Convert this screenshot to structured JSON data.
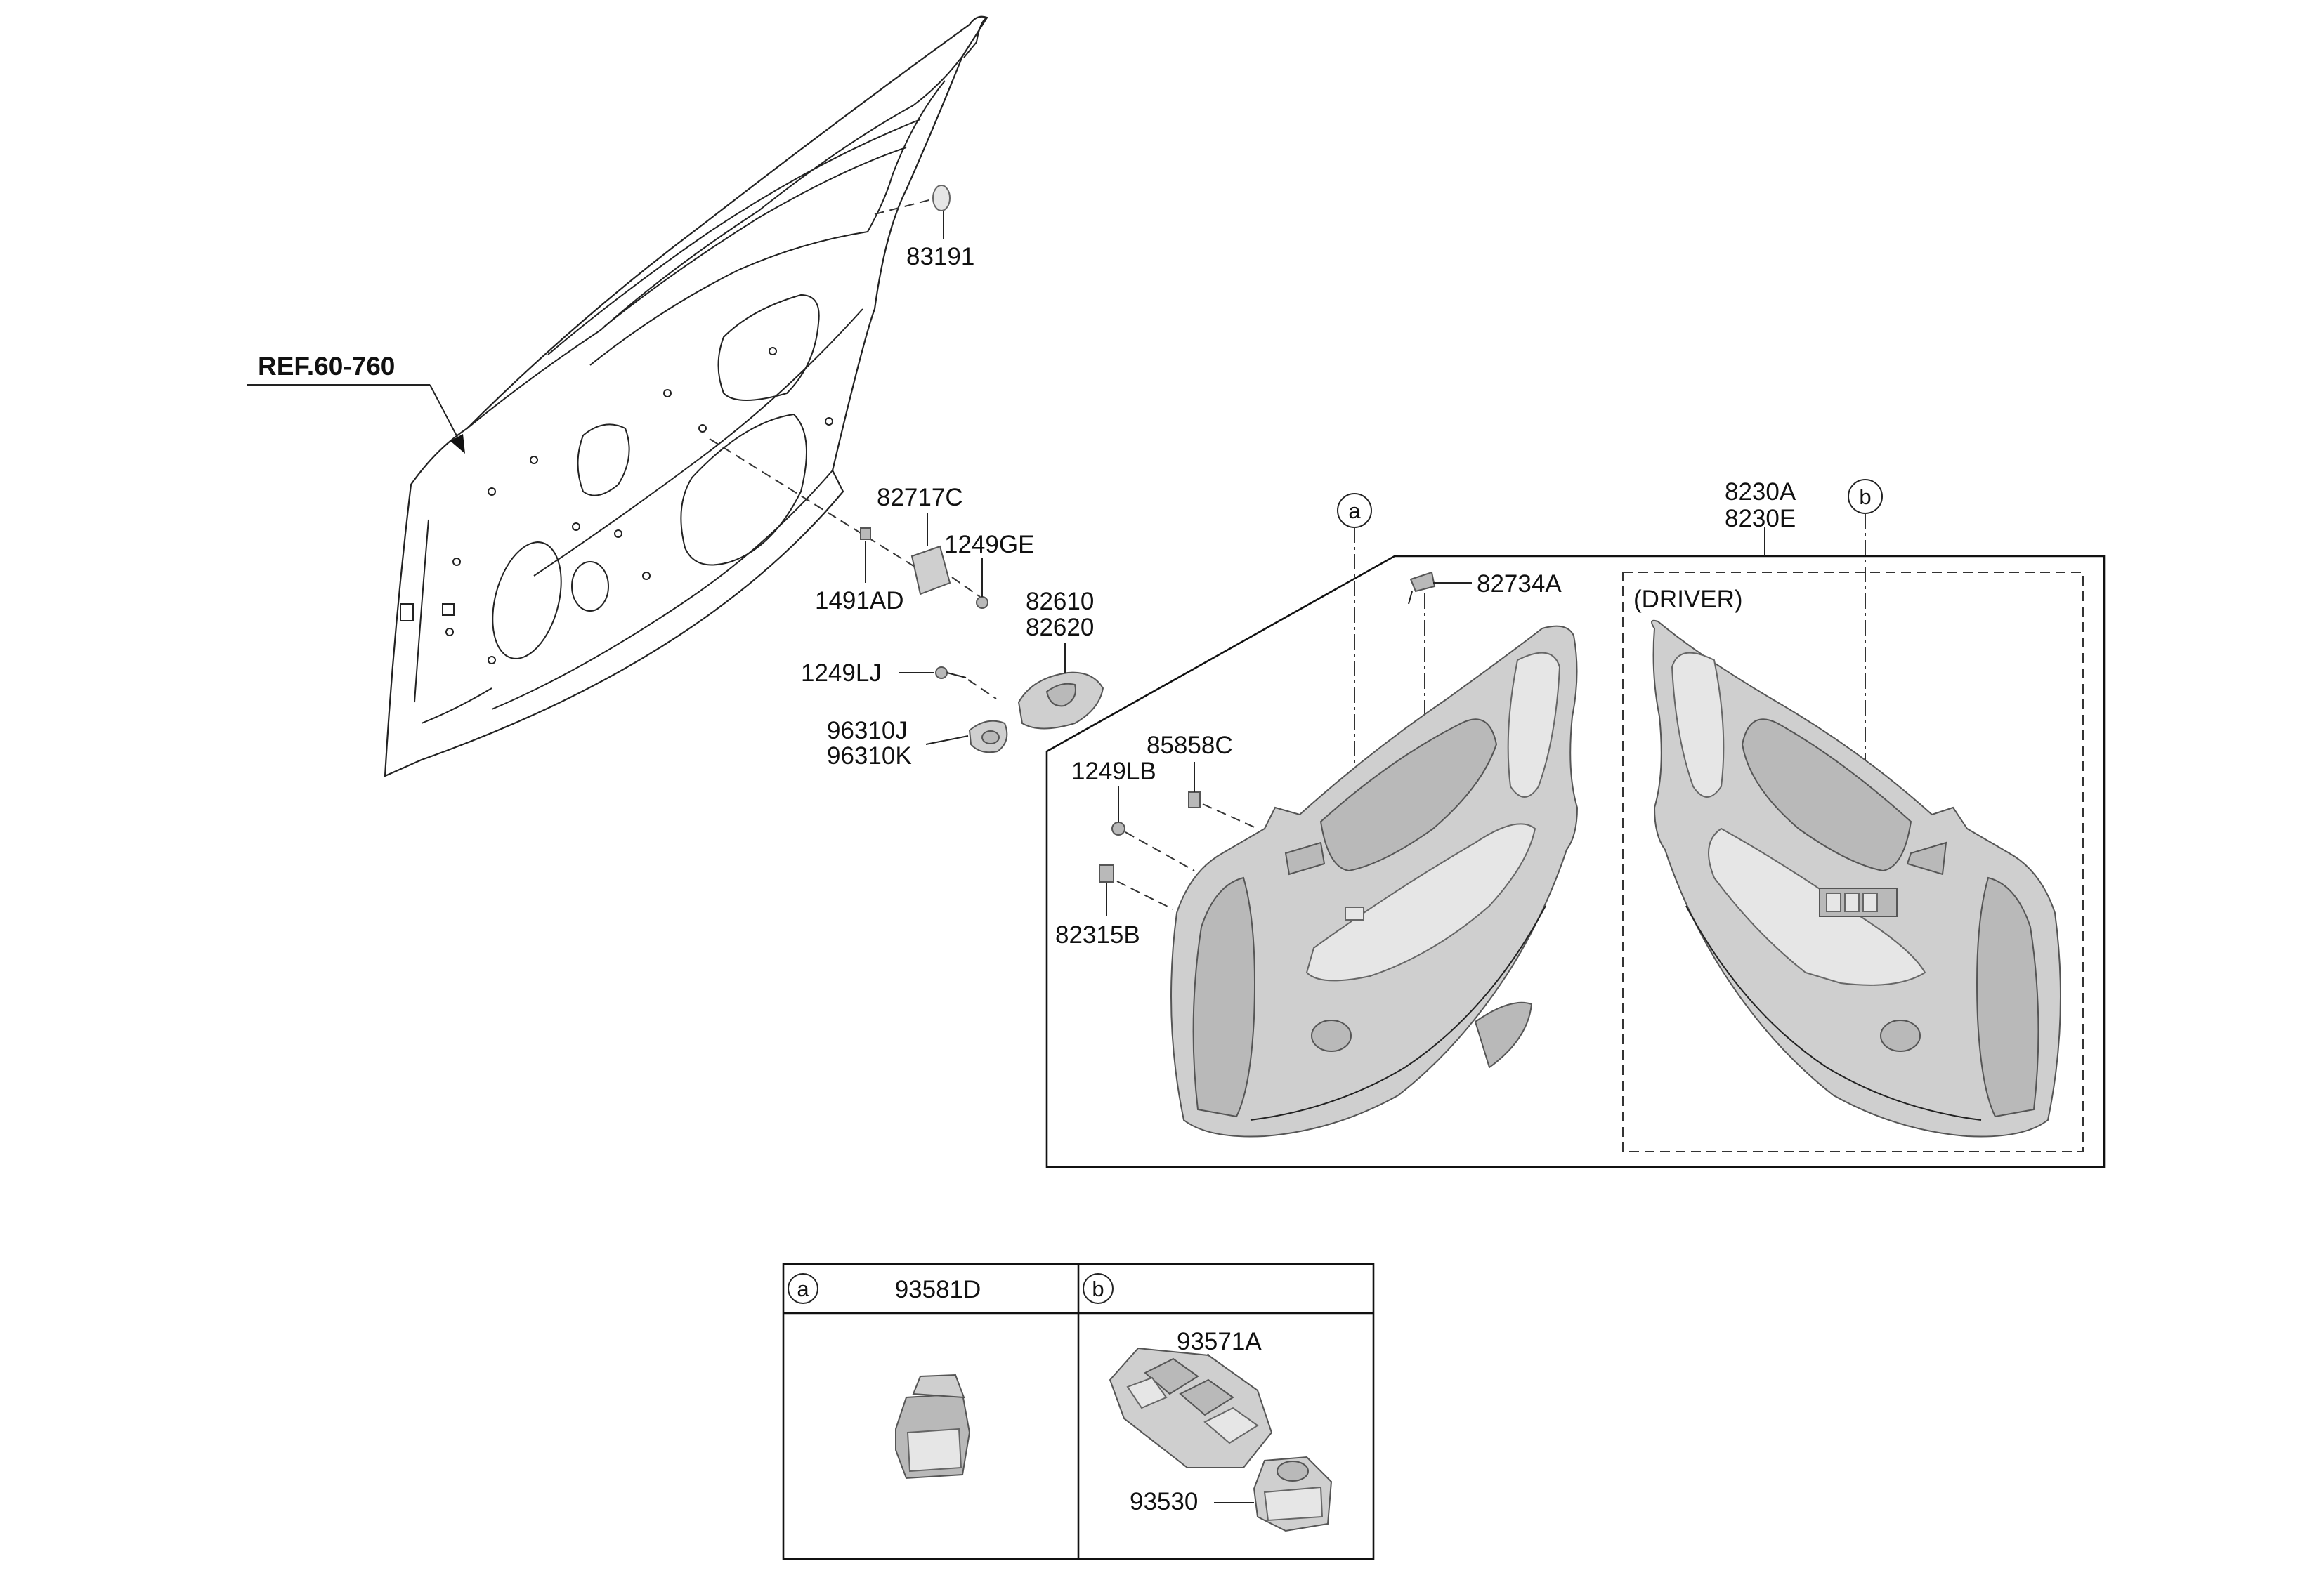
{
  "reference": {
    "label": "REF.60-760"
  },
  "callouts": {
    "c83191": "83191",
    "c82717C": "82717C",
    "c1249GE": "1249GE",
    "c1491AD": "1491AD",
    "c82610": "82610",
    "c82620": "82620",
    "c1249LJ": "1249LJ",
    "c96310J": "96310J",
    "c96310K": "96310K",
    "c85858C": "85858C",
    "c1249LB": "1249LB",
    "c82315B": "82315B",
    "c82734A": "82734A",
    "c8230A": "8230A",
    "c8230E": "8230E",
    "driver_note": "(DRIVER)"
  },
  "markers": {
    "a": "a",
    "b": "b"
  },
  "legend": {
    "cell_a": {
      "marker": "a",
      "part": "93581D"
    },
    "cell_b": {
      "marker": "b",
      "parts": [
        "93571A",
        "93530"
      ]
    }
  }
}
